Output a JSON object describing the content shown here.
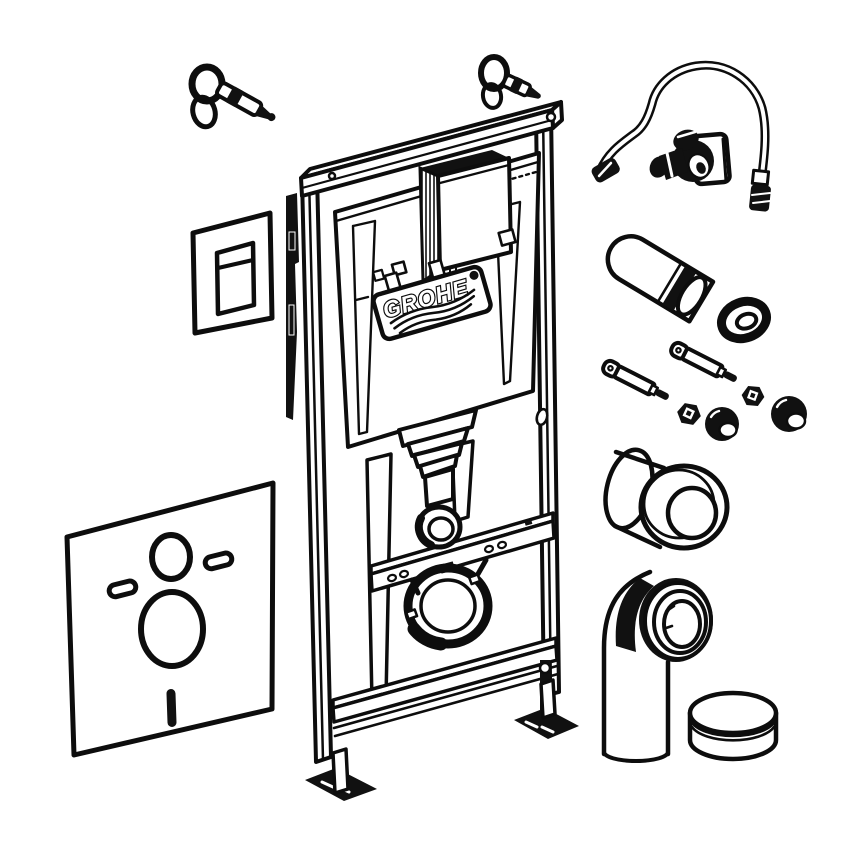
{
  "meta": {
    "description": "Exploded technical line drawing of a GROHE wall-hung WC concealed-cistern installation set",
    "background_color": "#ffffff",
    "line_color": "#0d0d0d"
  },
  "brand": {
    "logo_text": "GROHE"
  },
  "parts": [
    {
      "id": "wall-anchor-left",
      "name": "wall anchor bolt with ring"
    },
    {
      "id": "wall-anchor-right",
      "name": "wall anchor bolt with ring"
    },
    {
      "id": "flush-plate",
      "name": "flush actuation plate"
    },
    {
      "id": "installation-frame",
      "name": "installation frame with concealed cistern"
    },
    {
      "id": "supply-hose",
      "name": "flexible supply hose with angle valve"
    },
    {
      "id": "protection-tube",
      "name": "protection sleeve tube"
    },
    {
      "id": "seal-ring",
      "name": "seal ring"
    },
    {
      "id": "threaded-rod-1",
      "name": "threaded fixing rod"
    },
    {
      "id": "threaded-rod-2",
      "name": "threaded fixing rod"
    },
    {
      "id": "hex-nut-1",
      "name": "hexagon nut"
    },
    {
      "id": "hex-nut-2",
      "name": "hexagon nut"
    },
    {
      "id": "cover-cap-1",
      "name": "dome cover cap"
    },
    {
      "id": "cover-cap-2",
      "name": "dome cover cap"
    },
    {
      "id": "wall-sleeve",
      "name": "wall outlet sleeve"
    },
    {
      "id": "outlet-elbow",
      "name": "flush outlet elbow"
    },
    {
      "id": "end-cap",
      "name": "protection end cap"
    },
    {
      "id": "sound-insulation-mat",
      "name": "sound insulation mat"
    }
  ]
}
